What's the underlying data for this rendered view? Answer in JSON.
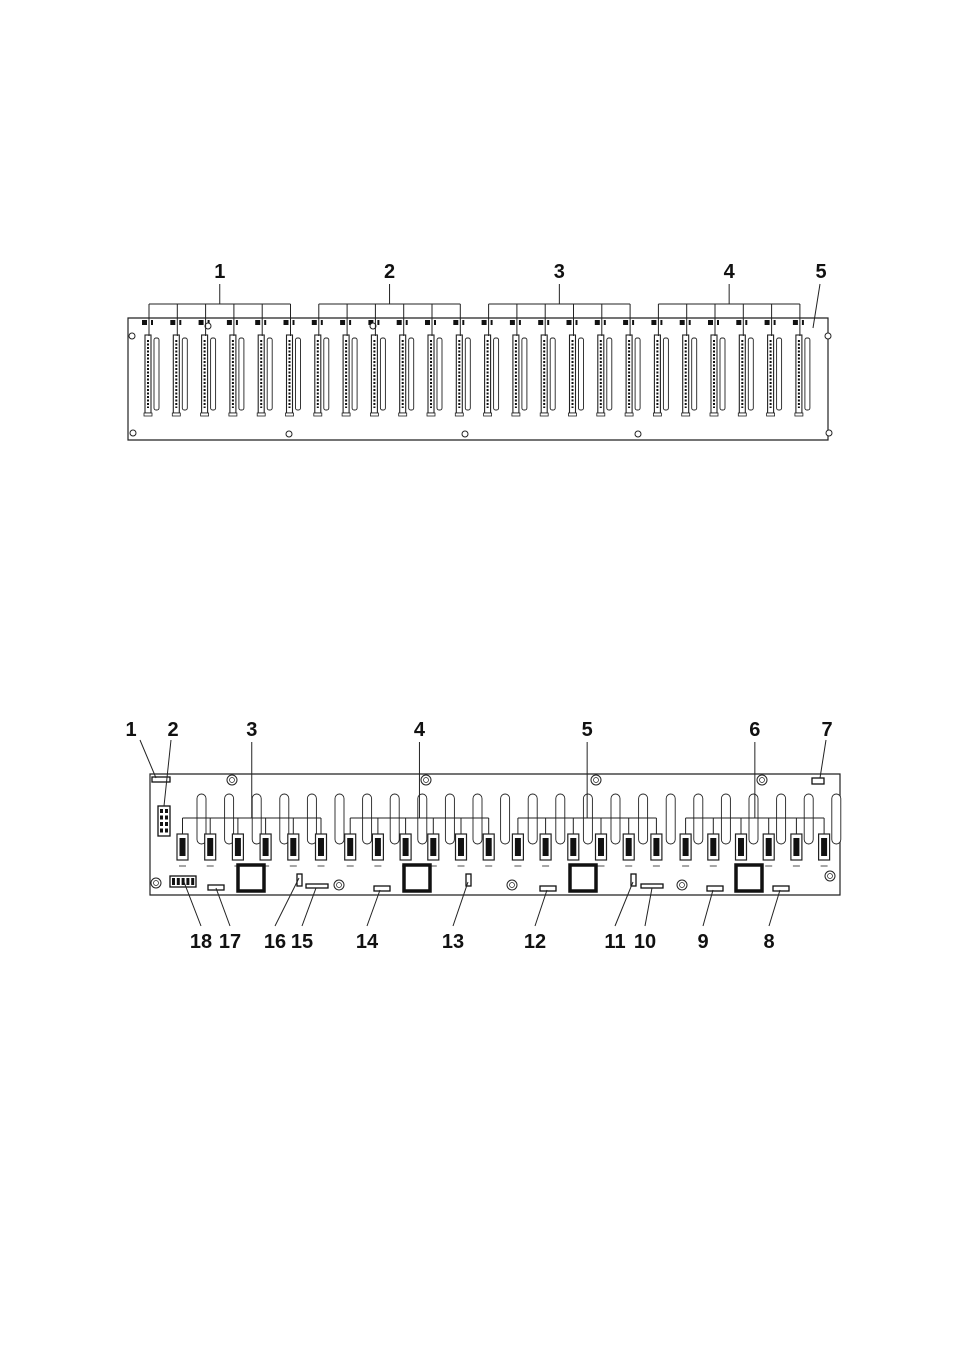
{
  "front_view": {
    "callouts": [
      "1",
      "2",
      "3",
      "4",
      "5"
    ],
    "bay_groups": 4,
    "bays_per_group": 6
  },
  "back_view": {
    "callouts_top": [
      "1",
      "2",
      "3",
      "4",
      "5",
      "6",
      "7"
    ],
    "callouts_bottom": [
      "18",
      "17",
      "16",
      "15",
      "14",
      "13",
      "12",
      "11",
      "10",
      "9",
      "8"
    ],
    "connector_groups": 4,
    "connectors_per_group": 6
  },
  "colors": {
    "line": "#222222",
    "fill": "#ffffff",
    "dark": "#111111"
  }
}
